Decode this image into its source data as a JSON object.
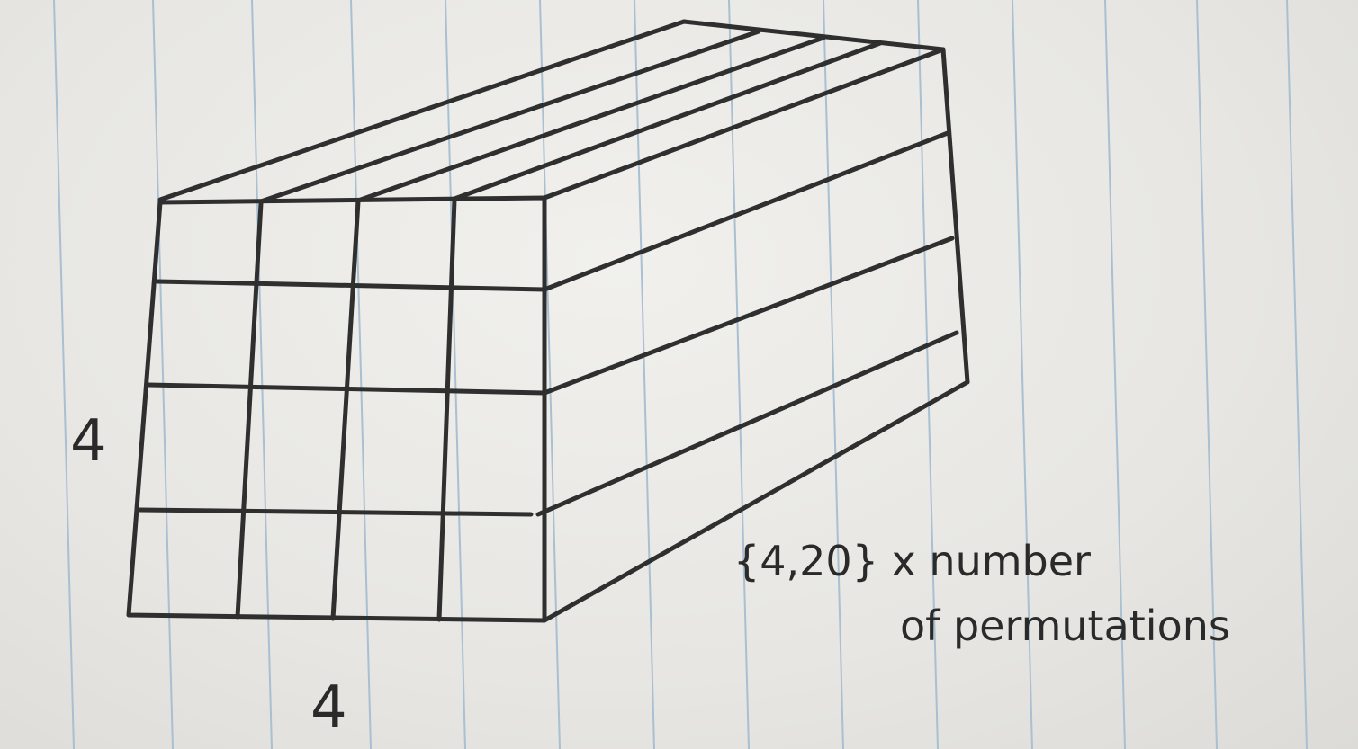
{
  "diagram": {
    "height_label": "4",
    "width_label": "4",
    "depth_label_line1": "{4,20} x number",
    "depth_label_line2": "of permutations"
  },
  "colors": {
    "paper": "#ecebe7",
    "ink": "#2f2f2f",
    "rule": "#a9bfd2"
  }
}
